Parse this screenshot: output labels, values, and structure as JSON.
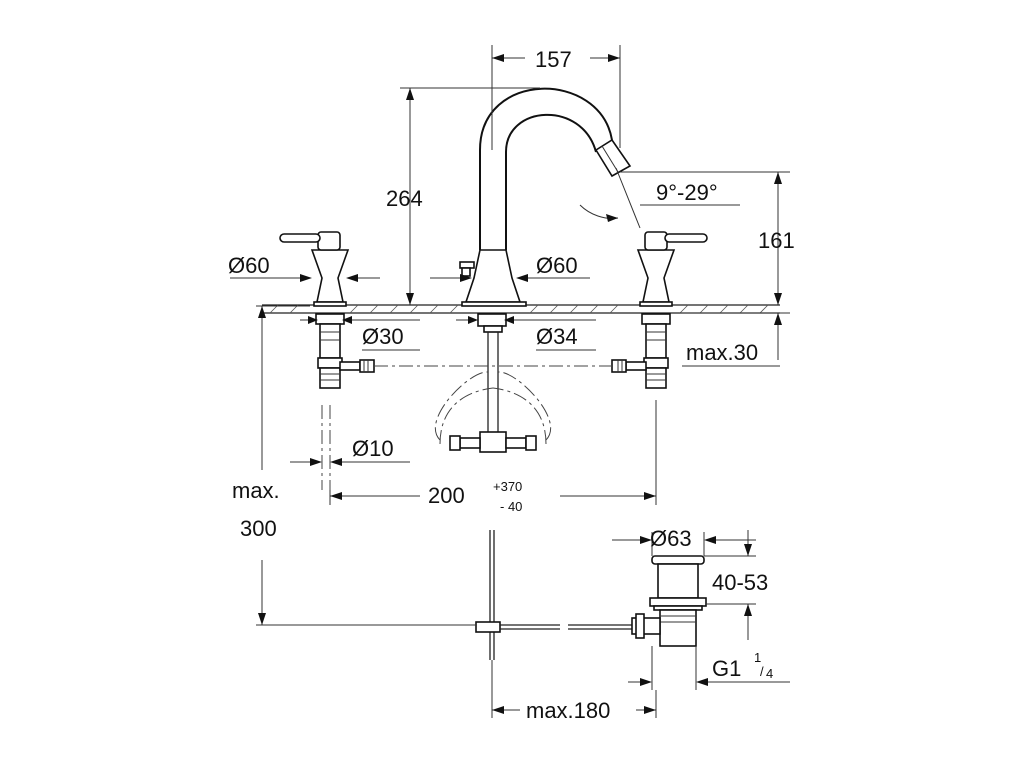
{
  "dimensions": {
    "spout_reach": "157",
    "height_total": "264",
    "spout_height": "161",
    "spout_angle": "9°-29°",
    "handle_base_left": "Ø60",
    "spout_base": "Ø60",
    "shank_left": "Ø30",
    "shank_center": "Ø34",
    "deck_thickness": "max.30",
    "supply_hose": "Ø10",
    "spread_main": "200",
    "spread_plus": "+370",
    "spread_minus": "- 40",
    "max_label": "max.",
    "max_value": "300",
    "drain_diameter": "Ø63",
    "drain_range": "40-53",
    "drain_thread": "G1",
    "drain_thread_fraction_num": "1",
    "drain_thread_fraction_den": "4",
    "rod_length": "max.180"
  }
}
